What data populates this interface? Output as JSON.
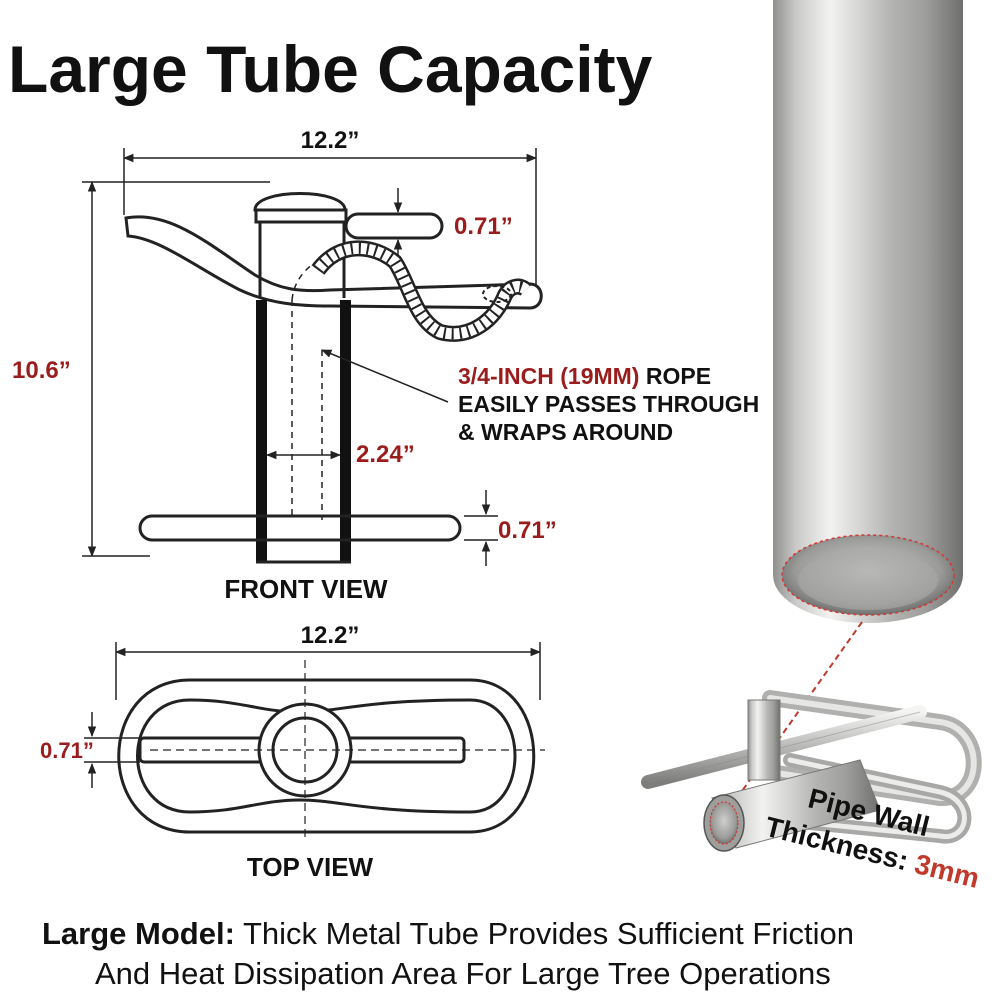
{
  "title": "Large Tube Capacity",
  "front_view": {
    "label": "FRONT VIEW",
    "width_dim": "12.2”",
    "height_dim": "10.6”",
    "top_pin_dim": "0.71”",
    "tube_inner_dim": "2.24”",
    "bottom_pin_dim": "0.71”",
    "rope_note": {
      "line1_highlight": "3/4-INCH (19MM)",
      "line1_rest": " ROPE",
      "line2": "EASILY PASSES THROUGH",
      "line3": "& WRAPS AROUND"
    }
  },
  "top_view": {
    "label": "TOP VIEW",
    "width_dim": "12.2”",
    "pin_dim": "0.71”"
  },
  "photo_callout": {
    "line1": "Pipe Wall",
    "line2_prefix": "Thickness: ",
    "line2_value": "3mm"
  },
  "footer": {
    "bold": "Large Model:",
    "line1_rest": " Thick Metal Tube Provides Sufficient Friction",
    "line2": "And Heat Dissipation Area For Large Tree Operations"
  },
  "colors": {
    "accent": "#9b1c1c",
    "text": "#111111",
    "line": "#222222",
    "steel_light": "#e8e8e6",
    "steel_dark": "#8a8a88"
  }
}
